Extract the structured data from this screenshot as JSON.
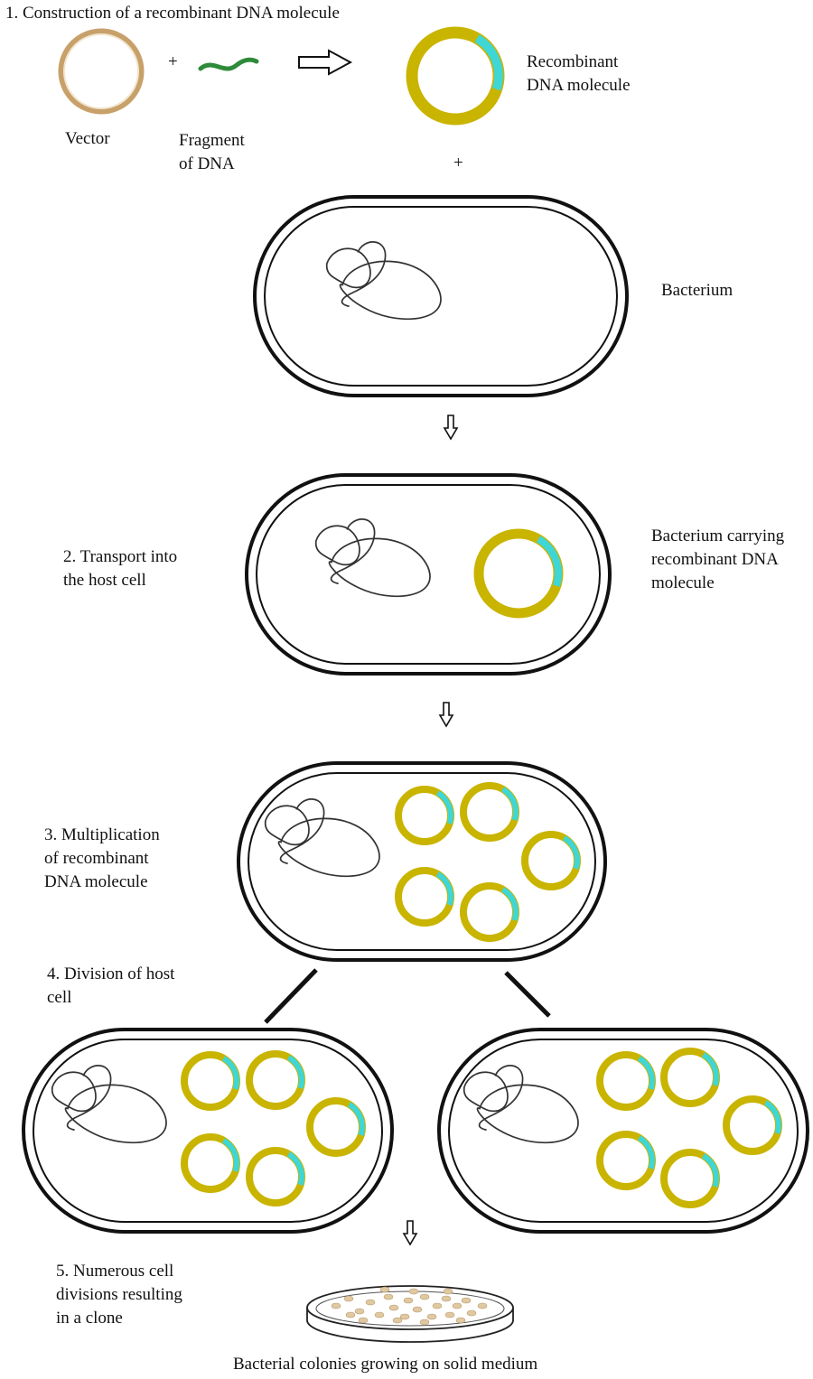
{
  "title": "1. Construction of a recombinant DNA molecule",
  "labels": {
    "vector": "Vector",
    "plus": "+",
    "fragment": "Fragment\nof DNA",
    "recombinant": "Recombinant\nDNA molecule",
    "bacterium": "Bacterium",
    "step2": "2. Transport into\nthe host cell",
    "carrying": "Bacterium carrying\nrecombinant DNA\nmolecule",
    "step3": "3. Multiplication\nof recombinant\nDNA molecule",
    "step4": "4. Division of host\ncell",
    "step5": "5. Numerous cell\ndivisions resulting\nin a clone",
    "colonies": "Bacterial colonies growing on solid medium"
  },
  "colors": {
    "plasmid": "#c9b400",
    "insert": "#3fd6d6",
    "vector_fill": "#f2e6d0",
    "vector_ring": "#c8a06a",
    "fragment": "#2e8b3a",
    "outline": "#111111",
    "colony": "#e0c8a0"
  }
}
